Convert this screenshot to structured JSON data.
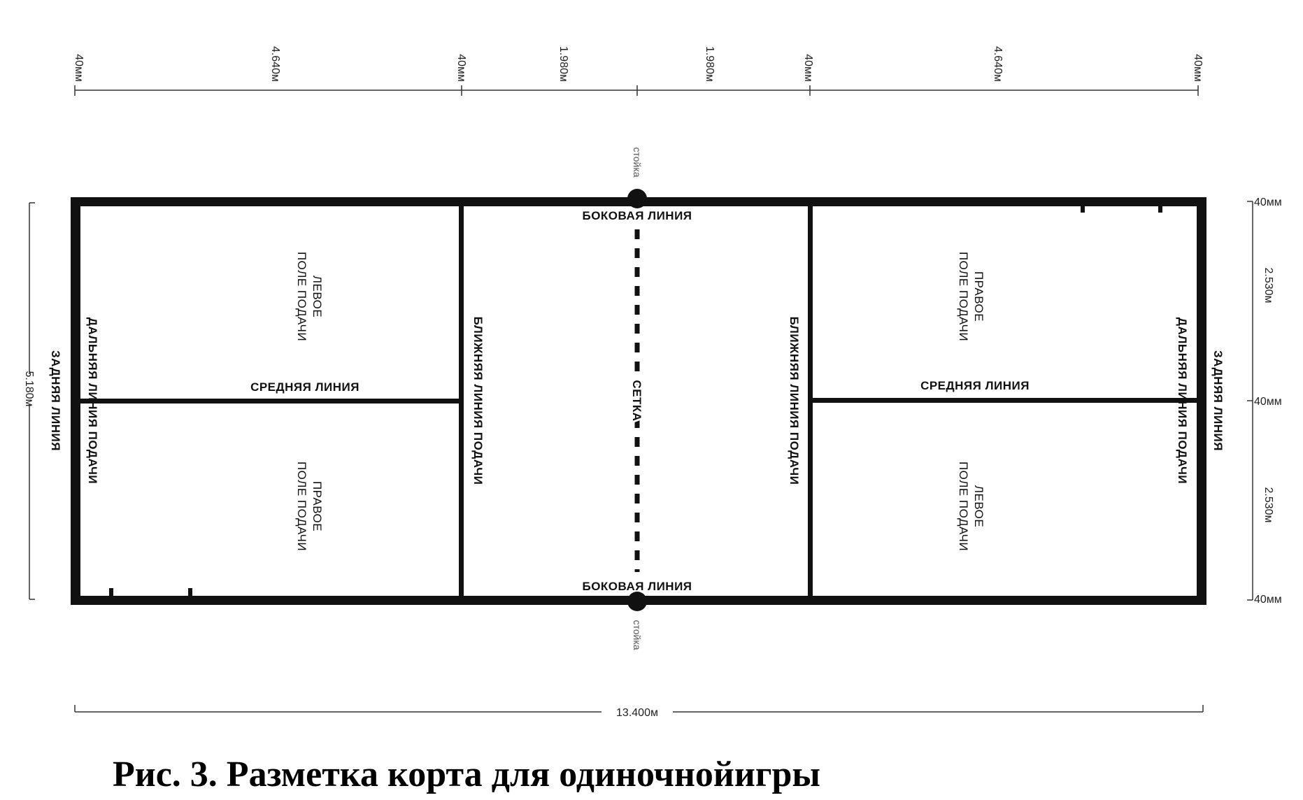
{
  "caption": "Рис. 3. Разметка корта для одиночнойигры",
  "top_dimensions": [
    "40мм",
    "4.640м",
    "40мм",
    "1.980м",
    "1.980м",
    "40мм",
    "4.640м",
    "40мм"
  ],
  "right_dimensions": [
    "40мм",
    "2.530м",
    "40мм",
    "2.530м",
    "40мм"
  ],
  "left_dimension": "5.180м",
  "bottom_dimension": "13.400м",
  "post_label": "стойка",
  "side_line": "БОКОВАЯ ЛИНИЯ",
  "back_line": "ЗАДНЯЯ ЛИНИЯ",
  "long_service_line": "ДАЛЬНЯЯ ЛИНИЯ ПОДАЧИ",
  "short_service_line": "БЛИЖНЯЯ ЛИНИЯ ПОДАЧИ",
  "center_line": "СРЕДНЯЯ ЛИНИЯ",
  "net": "СЕТКА",
  "left_court": {
    "left_box": [
      "ЛЕВОЕ",
      "ПОЛЕ ПОДАЧИ"
    ],
    "right_box": [
      "ПРАВОЕ",
      "ПОЛЕ ПОДАЧИ"
    ]
  },
  "right_court": {
    "right_box": [
      "ПРАВОЕ",
      "ПОЛЕ ПОДАЧИ"
    ],
    "left_box": [
      "ЛЕВОЕ",
      "ПОЛЕ ПОДАЧИ"
    ]
  }
}
